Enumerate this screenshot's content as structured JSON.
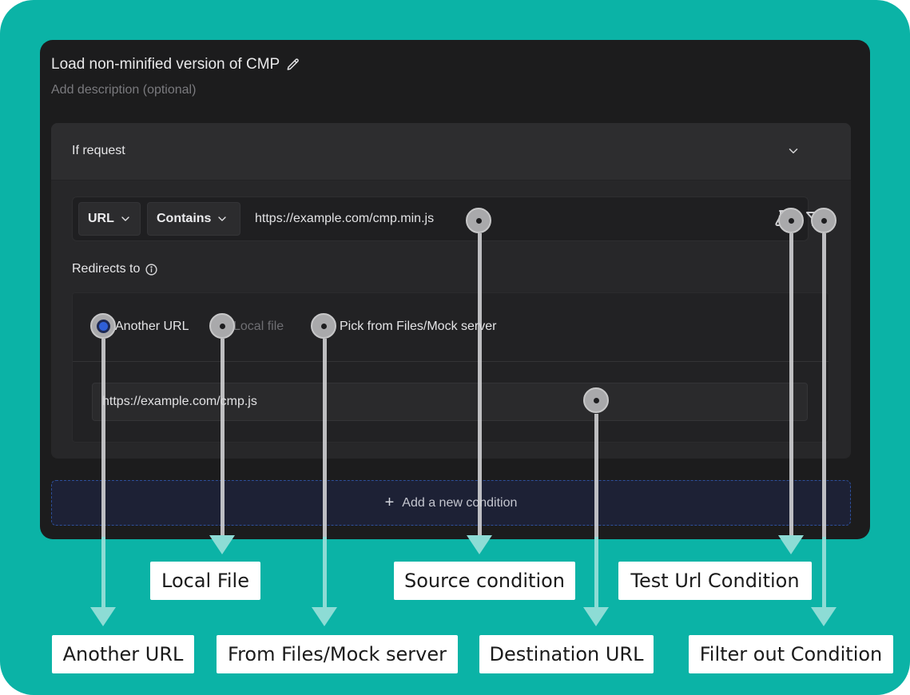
{
  "rule": {
    "title": "Load non-minified version of CMP",
    "description_placeholder": "Add description (optional)"
  },
  "condition_card": {
    "header": "If request",
    "source": {
      "field": "URL",
      "operator": "Contains",
      "value": "https://example.com/cmp.min.js"
    },
    "redirect_label": "Redirects to",
    "destination_options": [
      {
        "label": "Another URL",
        "selected": true,
        "disabled": false
      },
      {
        "label": "Local file",
        "selected": false,
        "disabled": true
      },
      {
        "label": "Pick from Files/Mock server",
        "selected": false,
        "disabled": false
      }
    ],
    "destination_value": "https://example.com/cmp.js"
  },
  "add_condition_label": "Add a new condition",
  "callouts": {
    "local_file": "Local File",
    "source_condition": "Source condition",
    "test_url_condition": "Test Url Condition",
    "another_url": "Another URL",
    "from_files": "From Files/Mock server",
    "destination_url": "Destination URL",
    "filter_out": "Filter out Condition"
  },
  "icons": {
    "edit": "pencil-icon",
    "collapse": "chevron-down-icon",
    "info": "info-icon",
    "test": "flask-icon",
    "filter": "filter-icon",
    "add": "plus-icon"
  },
  "colors": {
    "background": "#0bb3a6",
    "panel": "#1c1c1d",
    "accent_blue": "#3b67e6",
    "arrow": "#8ddcd5"
  }
}
